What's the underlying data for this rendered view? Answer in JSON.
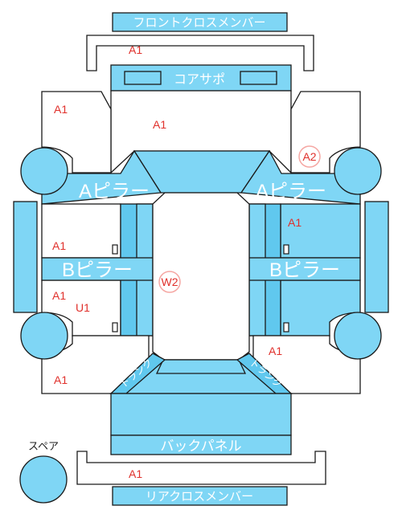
{
  "panels": {
    "front_cross_member": "フロントクロスメンバー",
    "radiator_support": "コアサポ",
    "a_pillar_left": "Aピラー",
    "a_pillar_right": "Aピラー",
    "b_pillar_left": "Bピラー",
    "b_pillar_right": "Bピラー",
    "back_panel": "バックパネル",
    "rear_cross_member": "リアクロスメンバー",
    "trunk_left": "トランク",
    "trunk_right": "トランク",
    "spare": "スペア"
  },
  "codes": {
    "front_cross_member": "A1",
    "left_front_fender": "A1",
    "hood": "A1",
    "right_front_fender": "A2",
    "right_front_door": "A1",
    "left_front_door": "A1",
    "left_rear_door_a": "A1",
    "left_rear_door_u": "U1",
    "roof": "W2",
    "right_quarter": "A1",
    "left_quarter": "A1",
    "rear_cross_member": "A1"
  },
  "colors": {
    "panel": "#7fd6f5",
    "panel_deep": "#60c8ee",
    "code_text": "#e0302b",
    "code_circle": "#f5a7a3"
  }
}
